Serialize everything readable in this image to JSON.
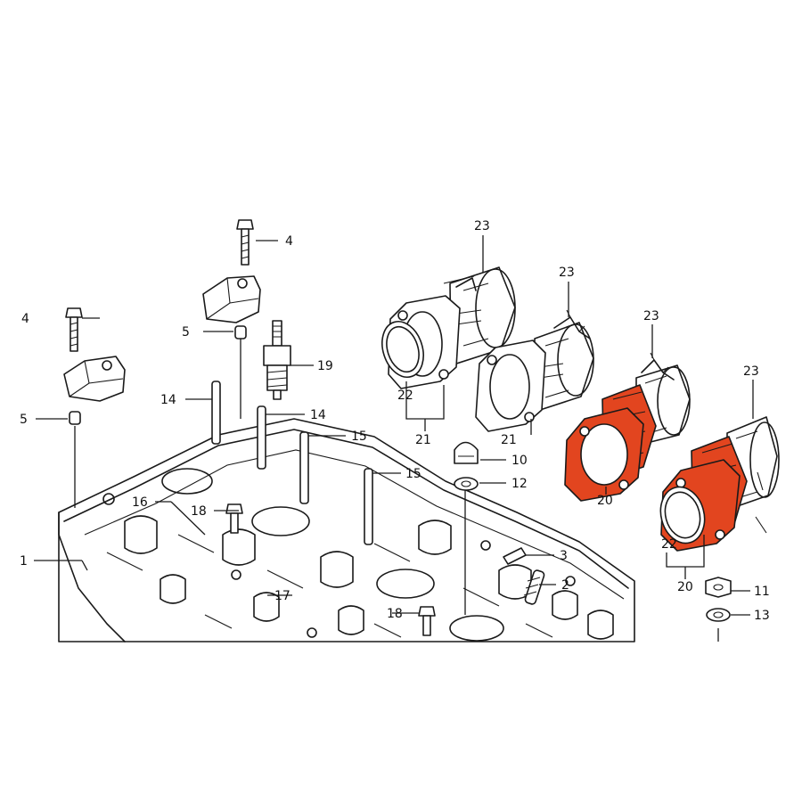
{
  "diagram": {
    "highlight_color": "#e2451f",
    "callouts": [
      {
        "id": "c1",
        "text": "1"
      },
      {
        "id": "c2",
        "text": "2"
      },
      {
        "id": "c3",
        "text": "3"
      },
      {
        "id": "c4a",
        "text": "4"
      },
      {
        "id": "c4b",
        "text": "4"
      },
      {
        "id": "c5a",
        "text": "5"
      },
      {
        "id": "c5b",
        "text": "5"
      },
      {
        "id": "c10",
        "text": "10"
      },
      {
        "id": "c11",
        "text": "11"
      },
      {
        "id": "c12",
        "text": "12"
      },
      {
        "id": "c13",
        "text": "13"
      },
      {
        "id": "c14a",
        "text": "14"
      },
      {
        "id": "c14b",
        "text": "14"
      },
      {
        "id": "c15a",
        "text": "15"
      },
      {
        "id": "c15b",
        "text": "15"
      },
      {
        "id": "c16",
        "text": "16"
      },
      {
        "id": "c17",
        "text": "17"
      },
      {
        "id": "c18a",
        "text": "18"
      },
      {
        "id": "c18b",
        "text": "18"
      },
      {
        "id": "c19",
        "text": "19"
      },
      {
        "id": "c20a",
        "text": "20"
      },
      {
        "id": "c20b",
        "text": "20"
      },
      {
        "id": "c21a",
        "text": "21"
      },
      {
        "id": "c21b",
        "text": "21"
      },
      {
        "id": "c22a",
        "text": "22"
      },
      {
        "id": "c22b",
        "text": "22"
      },
      {
        "id": "c23a",
        "text": "23"
      },
      {
        "id": "c23b",
        "text": "23"
      },
      {
        "id": "c23c",
        "text": "23"
      },
      {
        "id": "c23d",
        "text": "23"
      }
    ]
  }
}
